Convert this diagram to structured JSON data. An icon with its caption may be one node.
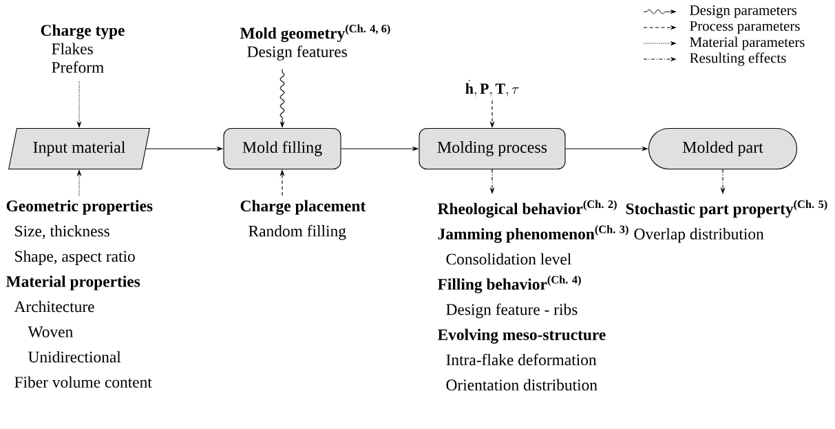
{
  "diagram": {
    "nodes": [
      {
        "text": [
          "Input material"
        ]
      },
      {
        "text": [
          "Mold filling"
        ]
      },
      {
        "text": [
          "Molding process"
        ]
      },
      {
        "text": [
          "Molded part"
        ]
      },
      {
        "text": [
          "Charge type",
          "Flakes",
          "Preform"
        ]
      },
      {
        "text": [
          "Geometric properties",
          "Size, thickness",
          "Shape, aspect ratio",
          "Material properties",
          "Architecture",
          "Woven",
          "Unidirectional",
          "Fiber volume content"
        ]
      },
      {
        "text": [
          "Mold geometry$^{(Ch. 4, 6)}$",
          "Design features"
        ]
      },
      {
        "text": [
          "Charge placement",
          "Random filling"
        ]
      },
      {
        "text": [
          "\\dot{\\mathbf{h}}, \\mathbf{P}, \\mathbf{T}, \\tau"
        ]
      },
      {
        "text": [
          "Rheological behavior$^{(Ch. 2)}$",
          "Jamming phenomenon$^{(Ch. 3)}$",
          "Consolidation level",
          "Filling behavior$^{(Ch. 4)}$",
          "Design feature - ribs",
          "Evolving meso-structure",
          "Intra-flake deformation",
          "Orientation distribution"
        ]
      },
      {
        "text": [
          "Stochastic part property$^{(Ch. 5)}$",
          "Overlap distribution"
        ]
      }
    ],
    "edges": [
      {
        "from": 0,
        "to": 1,
        "arrow": "to"
      },
      {
        "from": 1,
        "to": 2,
        "arrow": "to"
      },
      {
        "from": 2,
        "to": 3,
        "arrow": "to"
      },
      {
        "from": 4,
        "to": 0,
        "arrow": "to",
        "style": "dashed"
      },
      {
        "from": 5,
        "to": 0,
        "arrow": "to",
        "style": "dashed"
      },
      {
        "from": 6,
        "to": 1,
        "arrow": "to"
      },
      {
        "from": 7,
        "to": 1,
        "arrow": "to",
        "style": "dashed"
      },
      {
        "from": 8,
        "to": 2,
        "arrow": "to",
        "style": "dashed"
      },
      {
        "from": 2,
        "to": 9,
        "arrow": "to",
        "style": "dashed"
      },
      {
        "from": 3,
        "to": 10,
        "arrow": "to",
        "style": "dashed"
      }
    ],
    "legend": [
      {
        "text": "Design parameters"
      },
      {
        "text": "Process parameters"
      },
      {
        "text": "Material parameters"
      },
      {
        "text": "Resulting effects"
      }
    ]
  }
}
